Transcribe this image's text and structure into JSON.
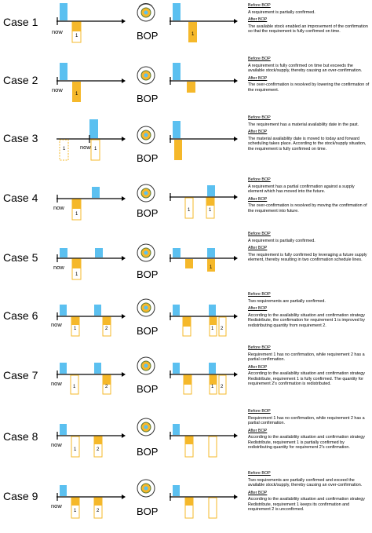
{
  "bop_label": "BOP",
  "now_label": "now",
  "colors": {
    "supply": "#5bc0f0",
    "demand": "#f5b82a",
    "demand_outline": "#f5b82a",
    "line": "#000000"
  },
  "gear_icon": "gear-with-circular-arrows-icon",
  "cases": [
    {
      "label": "Case 1",
      "before_header": "Before BOP",
      "before_text": "A requirement is partially confirmed.",
      "after_header": "After BOP",
      "after_text": "The available stock enabled an improvement of the confirmation so that the requirement is fully confirmed on time."
    },
    {
      "label": "Case 2",
      "before_header": "Before BOP",
      "before_text": "A requirement is fully confirmed on time but exceeds the available stock/supply, thereby causing an over-confirmation.",
      "after_header": "After BOP",
      "after_text": "The over-confirmation is resolved by lowering the confirmation of the requirement."
    },
    {
      "label": "Case 3",
      "before_header": "Before BOP",
      "before_text": "The requirement has a material availability date in the past.",
      "after_header": "After BOP",
      "after_text": "The material availability date is moved to today and forward scheduling takes place. According to the stock/supply situation, the requirement is fully confirmed on time."
    },
    {
      "label": "Case 4",
      "before_header": "Before BOP",
      "before_text": "A requirement has a partial confirmation against a supply element which has moved into the future.",
      "after_header": "After BOP",
      "after_text": "The over-confirmation is resolved by moving the confirmation of the requirement into future."
    },
    {
      "label": "Case 5",
      "before_header": "Before BOP",
      "before_text": "A requirement is partially confirmed.",
      "after_header": "After BOP",
      "after_text": "The requirement is fully confirmed by leveraging a future supply element, thereby resulting in two confirmation schedule lines."
    },
    {
      "label": "Case 6",
      "before_header": "Before BOP",
      "before_text": "Two requirements are partially confirmed.",
      "after_header": "After BOP",
      "after_text": "According to the availability situation and confirmation strategy Redistribute, the confirmation for requirement 1 is improved by redistributing quantity from requirement 2."
    },
    {
      "label": "Case 7",
      "before_header": "Before BOP",
      "before_text": "Requirement 1 has no confirmation, while requirement 2 has a partial confirmation.",
      "after_header": "After BOP",
      "after_text": "According to the availability situation and confirmation strategy Redistribute, requirement 1 is fully confirmed. The quantity for requirement 2's confirmation is redistributed."
    },
    {
      "label": "Case 8",
      "before_header": "Before BOP",
      "before_text": "Requirement 1 has no confirmation, while requirement 2 has a partial confirmation.",
      "after_header": "After BOP",
      "after_text": "According to the availability situation and confirmation strategy Redistribute, requirement 1 is partially confirmed by redistributing quantity for requirement 2's confirmation."
    },
    {
      "label": "Case 9",
      "before_header": "Before BOP",
      "before_text": "Two requirements are partially confirmed and exceed the available stock/supply, thereby causing an over-confirmation.",
      "after_header": "After BOP",
      "after_text": "According to the availability situation and confirmation strategy Redistribute, requirement 1 keeps its confirmation and requirement 2 is unconfirmed."
    }
  ]
}
